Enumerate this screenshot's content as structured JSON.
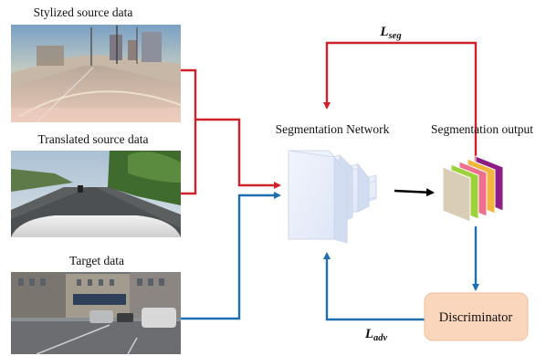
{
  "images": {
    "stylized": {
      "label": "Stylized source data"
    },
    "translated": {
      "label": "Translated source data"
    },
    "target": {
      "label": "Target data"
    }
  },
  "network": {
    "label": "Segmentation Network"
  },
  "output": {
    "label": "Segmentation output",
    "layer_colors": [
      "#d9cdb7",
      "#9ed23a",
      "#ee6f8e",
      "#f3b63d",
      "#8e1e86"
    ]
  },
  "discriminator": {
    "label": "Discriminator",
    "fill": "#fad6bd",
    "border": "#f0bf9b"
  },
  "losses": {
    "seg": {
      "symbol": "L",
      "subscript": "seg"
    },
    "adv": {
      "symbol": "L",
      "subscript": "adv"
    }
  },
  "colors": {
    "source_arrow": "#d0202a",
    "target_arrow": "#1d6fb1",
    "network_arrow": "#000000"
  }
}
